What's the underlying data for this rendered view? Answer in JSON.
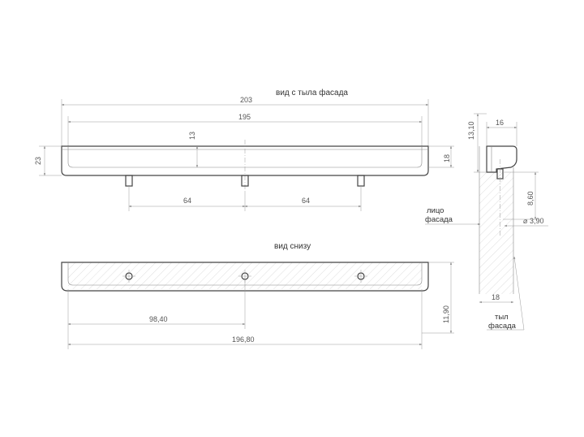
{
  "views": {
    "back_view_title": "вид с тыла фасада",
    "bottom_view_title": "вид снизу"
  },
  "dimensions": {
    "overall_length": "203",
    "inner_length": "195",
    "height": "23",
    "lip_height": "13",
    "right_height": "18",
    "pin_spacing_left": "64",
    "pin_spacing_right": "64",
    "bottom_half_length": "98,40",
    "bottom_length": "196,80",
    "bottom_depth": "11,90",
    "side_top_height": "13,10",
    "side_width": "16",
    "pin_length": "8,60",
    "pin_diameter": "3,90",
    "panel_thickness": "18"
  },
  "labels": {
    "face_line1": "лицо",
    "face_line2": "фасада",
    "back_line1": "тыл",
    "back_line2": "фасада"
  }
}
